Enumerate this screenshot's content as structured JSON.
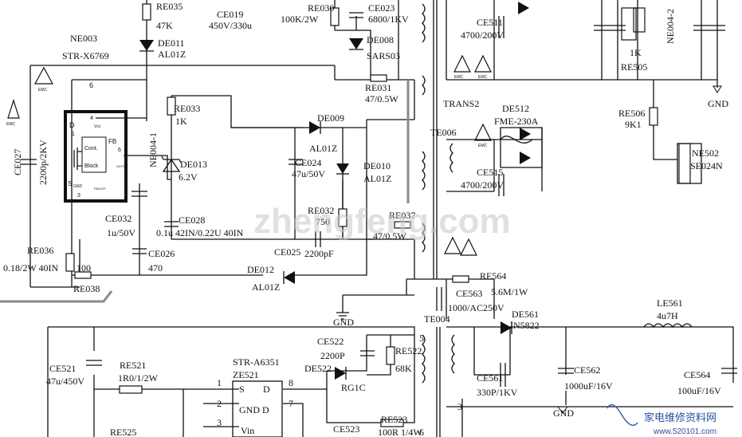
{
  "labels": {
    "re035": "RE035",
    "re035_val": "47K",
    "de011": "DE011",
    "de011_val": "AL01Z",
    "ne003": "NE003",
    "ne003_part": "STR-X6769",
    "ce019": "CE019",
    "ce019_val": "450V/330u",
    "re030": "RE030",
    "re030_val": "100K/2W",
    "ce023": "CE023",
    "ce023_val": "6800/1KV",
    "de008": "DE008",
    "de008_val": "SARS03",
    "ce511": "CE511",
    "ce511_val": "4700/200V",
    "re505": "RE505",
    "re505_val": "1K",
    "ne004_2": "NE004-2",
    "gnd": "GND",
    "re506": "RE506",
    "re506_val": "9K1",
    "ne502": "NE502",
    "ne502_part": "SE024N",
    "re031": "RE031",
    "re031_val": "47/0.5W",
    "trans2": "TRANS2",
    "re033": "RE033",
    "re033_val": "1K",
    "ne004_1": "NE004-1",
    "de013": "DE013",
    "de013_val": "6.2V",
    "de009": "DE009",
    "de009_val": "AL01Z",
    "de512": "DE512",
    "de512_val": "FME-230A",
    "te006": "TE006",
    "ce027": "CE027",
    "ce027_val": "2200p/2KV",
    "ce024": "CE024",
    "ce024_val": "47u/50V",
    "de010": "DE010",
    "de010_val": "AL01Z",
    "ce515": "CE515",
    "ce515_val": "4700/200V",
    "re032": "RE032",
    "re032_val": "750",
    "re037": "RE037",
    "re037_val": "47/0.5W",
    "ce032": "CE032",
    "ce032_val": "1u/50V",
    "ce028": "CE028",
    "ce028_val": "0.1u 42IN/0.22U 40IN",
    "re036": "RE036",
    "re036_val": "0.18/2W 40IN",
    "ce026": "CE026",
    "ce026_val": "470",
    "ce025": "CE025",
    "ce025_val": "2200pF",
    "de012": "DE012",
    "de012_val": "AL01Z",
    "re038": "RE038",
    "re038_val": "100",
    "re564": "RE564",
    "re564_val": "5.6M/1W",
    "ce563": "CE563",
    "ce563_val": "1000/AC250V",
    "te004": "TE004",
    "de561": "DE561",
    "de561_val": "IN5822",
    "le561": "LE561",
    "le561_val": "4u7H",
    "ce522": "CE522",
    "ce522_val": "2200P",
    "re522": "RE522",
    "re522_val": "68K",
    "de522": "DE522",
    "de522_val": "RG1C",
    "ce521": "CE521",
    "ce521_val": "47u/450V",
    "re521": "RE521",
    "re521_val": "1R0/1/2W",
    "str_a6351": "STR-A6351",
    "ze521": "ZE521",
    "re525": "RE525",
    "ce523": "CE523",
    "re523": "RE523",
    "re523_val": "100R 1/4W",
    "ce561": "CE561",
    "ce561_val": "330P/1KV",
    "ce562": "CE562",
    "ce562_val": "1000uF/16V",
    "ce564": "CE564",
    "ce564_val": "100uF/16V"
  },
  "ic": {
    "pin_d": "D",
    "pin_vcc": "Vcc",
    "pin_s": "S",
    "pin_gnd": "GND",
    "pin_fb": "FB",
    "cont": "Cont.",
    "block": "Block",
    "ocp": "OLP/SS",
    "fbocp": "FB/OCP",
    "pin_1": "1",
    "pin_2": "2",
    "pin_3": "3",
    "pin_4": "4",
    "pin_6": "6"
  },
  "ic2": {
    "s": "S",
    "d": "D",
    "gnd_d": "GND D",
    "vin": "Vin"
  },
  "pins": {
    "p1": "1",
    "p2": "2",
    "p3": "3",
    "p5": "5",
    "p6": "6",
    "p7": "7",
    "p8": "8",
    "p3b": "3",
    "p1b": "1",
    "p2b": "2",
    "p3c": "3"
  },
  "emc": "EMC",
  "watermark": "zhengfeng.com",
  "logo_text": "家电维修资料网",
  "logo_url": "www.520101.com"
}
